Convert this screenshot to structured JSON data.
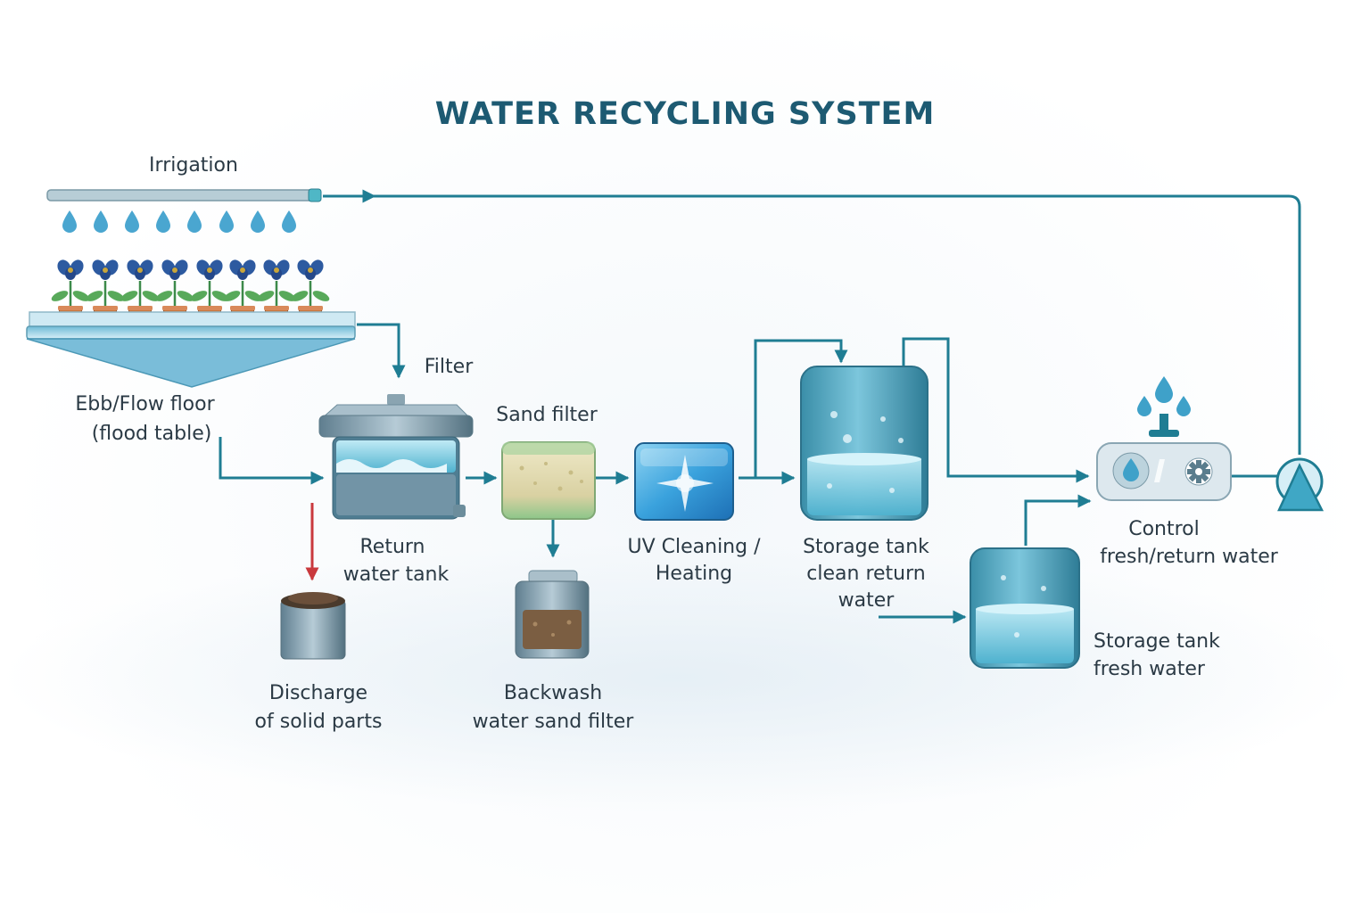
{
  "title": "WATER RECYCLING SYSTEM",
  "labels": {
    "irrigation": "Irrigation",
    "filter": "Filter",
    "ebb_flow_line1": "Ebb/Flow floor",
    "ebb_flow_line2": "(flood table)",
    "sand_filter": "Sand filter",
    "return_tank_line1": "Return",
    "return_tank_line2": "water tank",
    "uv_line1": "UV Cleaning /",
    "uv_line2": "Heating",
    "storage_clean_line1": "Storage tank",
    "storage_clean_line2": "clean return",
    "storage_clean_line3": "water",
    "control_line1": "Control",
    "control_line2": "fresh/return water",
    "storage_fresh_line1": "Storage tank",
    "storage_fresh_line2": "fresh water",
    "discharge_line1": "Discharge",
    "discharge_line2": "of solid parts",
    "backwash_line1": "Backwash",
    "backwash_line2": "water sand filter"
  },
  "colors": {
    "title": "#1d5a72",
    "pipe": "#1f7d93",
    "discharge_arrow": "#c9393d",
    "water": "#5cc0dc",
    "tank": "#3d94ad"
  },
  "icons": {
    "control_left": "water-drop-icon",
    "control_right": "gear-icon",
    "pump": "pump-icon"
  }
}
